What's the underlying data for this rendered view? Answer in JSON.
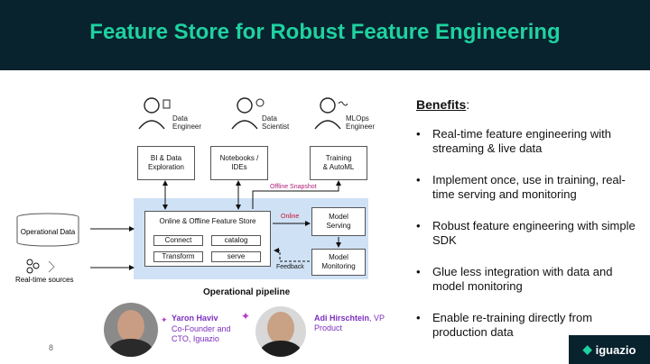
{
  "slide": {
    "title": "Feature Store for Robust Feature Engineering",
    "page_number": "8",
    "brand": "iguazio"
  },
  "roles": [
    {
      "label": "Data\nEngineer"
    },
    {
      "label": "Data\nScientist"
    },
    {
      "label": "MLOps\nEngineer"
    }
  ],
  "tools": [
    {
      "label": "BI & Data\nExploration"
    },
    {
      "label": "Notebooks /\nIDEs"
    },
    {
      "label": "Training\n& AutoML"
    }
  ],
  "sources": {
    "operational": "Operational Data",
    "realtime": "Real-time sources"
  },
  "feature_store": {
    "title": "Online & Offline Feature Store",
    "items": [
      "Connect",
      "catalog",
      "Transform",
      "serve"
    ]
  },
  "model": {
    "serving": "Model\nServing",
    "monitoring": "Model\nMonitoring"
  },
  "edge_labels": {
    "offline": "Offline Snapshot",
    "online": "Online",
    "feedback": "Feedback"
  },
  "pipeline_label": "Operational pipeline",
  "people": [
    {
      "name": "Yaron Haviv",
      "role": "Co-Founder and\nCTO, Iguazio"
    },
    {
      "name": "Adi Hirschtein",
      "role": ", VP\nProduct"
    }
  ],
  "benefits": {
    "title": "Benefits",
    "title_suffix": ":",
    "items": [
      "Real-time feature engineering with streaming & live data",
      "Implement once, use in training, real-time serving and monitoring",
      "Robust feature engineering with simple SDK",
      "Glue less integration with data and model monitoring",
      "Enable re-training directly from production data"
    ]
  },
  "colors": {
    "banner": "#08222e",
    "title": "#1fd2a0",
    "accent": "#7b2fbf",
    "highlight": "#cfe1f5"
  }
}
